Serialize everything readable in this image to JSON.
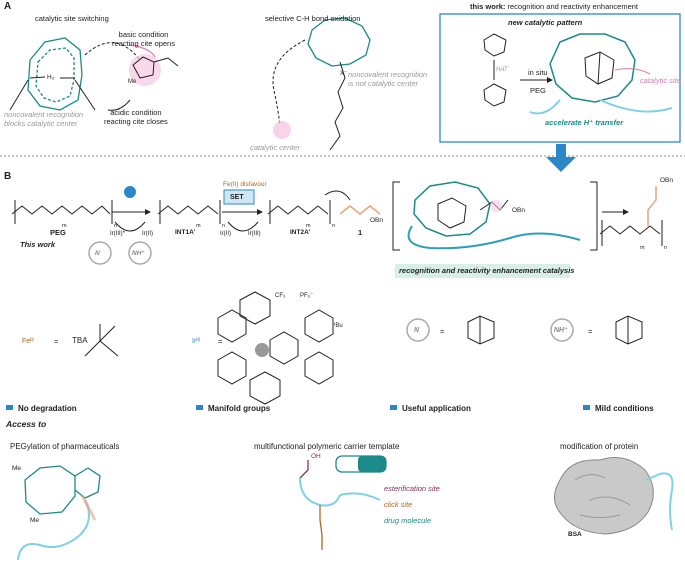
{
  "panelA": {
    "letter": "A",
    "col1": {
      "title": "catalytic site switching",
      "basic": "basic condition\nreacting cite opens",
      "acidic": "acidic condition\nreacting cite closes",
      "noncovalent": "noncovalent recognition\nblocks catalytic center",
      "me": "Me",
      "h2": "H₂"
    },
    "col2": {
      "title": "selective C-H bond oxidation",
      "noncovalent": "noncovalent recognition\nis not catalytic center",
      "center": "catalytic center",
      "x": "X⁻"
    },
    "col3": {
      "title_bold": "this work:",
      "title_rest": " recognition and reactivity enhancement",
      "pattern": "new catalytic pattern",
      "hat": "HAT",
      "insitu": "in situ",
      "peg": "PEG",
      "catsite": "catalytic site",
      "accel": "accelerate H⁺ transfer"
    }
  },
  "panelB": {
    "letter": "B",
    "peg": "PEG",
    "this_work": "This work",
    "ir3": "Ir(III)*",
    "ir2": "Ir(II)",
    "int1a": "INT1A'",
    "int2a": "INT2A'",
    "set": "SET",
    "fe_disfavour": "Fe(II) disfavour",
    "ir2b": "Ir(II)",
    "ir3b": "Ir(III)",
    "compound1": "1",
    "obn": "OBn",
    "obn2": "OBn",
    "banner": "recognition and reactivity enhancement catalysis",
    "m1": "m",
    "n1": "n",
    "m2": "m",
    "n2": "n",
    "m3": "m",
    "n3": "n",
    "m4": "m",
    "n4": "n",
    "n_label": "N",
    "nh_label": "NH⁺",
    "fe_sym": "Feᴵᴵᴵ",
    "eq": "=",
    "tba": "TBA",
    "ir_sym": "Irᴵᴵᴵ",
    "cf3": "CF₃",
    "pf6": "PF₆⁻",
    "tbu": "ᵗBu",
    "eq2": "=",
    "eq3": "="
  },
  "features": [
    {
      "label": "No degradation"
    },
    {
      "label": "Manifold groups"
    },
    {
      "label": "Useful application"
    },
    {
      "label": "Mild conditions"
    }
  ],
  "access": {
    "title": "Access to",
    "c1": "PEGylation of pharmaceuticals",
    "c2": "multifunctional polymeric carrier template",
    "c3": "modification of protein",
    "ester": "esterification site",
    "click": "click site",
    "drug": "drug molecule",
    "bsa": "BSA",
    "oh": "OH",
    "me1": "Me",
    "me2": "Me"
  },
  "colors": {
    "teal": "#1a8a8a",
    "blue": "#2b88c8",
    "pink": "#e07ab5",
    "banner": "#d8efe8",
    "orange": "#e8a27a"
  }
}
